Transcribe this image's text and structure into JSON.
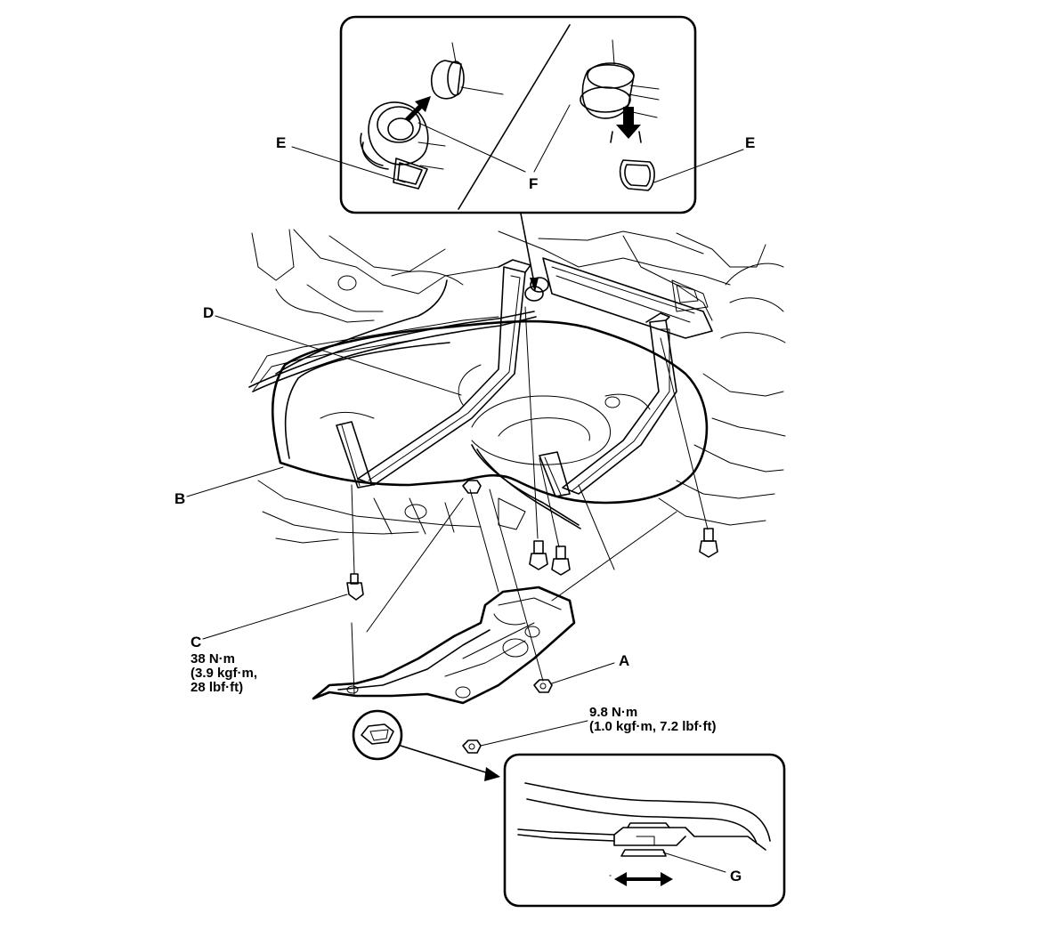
{
  "labels": {
    "A": "A",
    "B": "B",
    "C": "C",
    "D": "D",
    "E_left": "E",
    "E_right": "E",
    "F": "F",
    "G": "G"
  },
  "torque_c": {
    "line1": "38 N·m",
    "line2": "(3.9 kgf·m,",
    "line3": "28 lbf·ft)"
  },
  "torque_a": {
    "line1": "9.8 N·m",
    "line2": "(1.0 kgf·m, 7.2 lbf·ft)"
  }
}
